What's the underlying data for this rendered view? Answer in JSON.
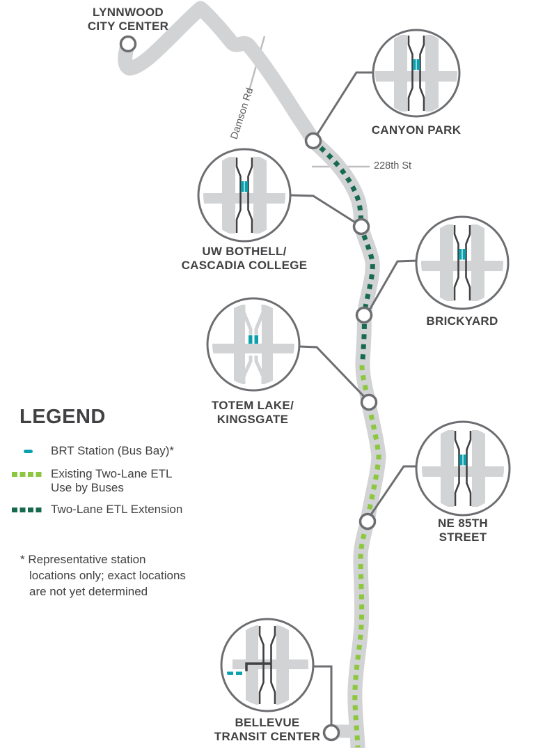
{
  "colors": {
    "route_gray": "#d1d3d4",
    "marker_gray": "#6d6e71",
    "ink": "#414042",
    "teal": "#0aa0ad",
    "green_existing": "#8dc63f",
    "green_extension": "#186a4e",
    "road_thin": "#bcbec0",
    "road_label": "#58595b"
  },
  "stations": {
    "lynnwood": {
      "label": "LYNNWOOD\nCITY CENTER"
    },
    "canyon_park": {
      "label": "CANYON PARK"
    },
    "uw_bothell": {
      "label": "UW BOTHELL/\nCASCADIA COLLEGE"
    },
    "brickyard": {
      "label": "BRICKYARD"
    },
    "totem_lake": {
      "label": "TOTEM LAKE/\nKINGSGATE"
    },
    "ne_85th": {
      "label": "NE 85TH STREET"
    },
    "bellevue": {
      "label": "BELLEVUE\nTRANSIT CENTER"
    }
  },
  "roads": {
    "damson": "Damson Rd",
    "street_228": "228th St"
  },
  "legend": {
    "heading": "LEGEND",
    "items": [
      {
        "id": "brt-station",
        "label": "BRT Station (Bus Bay)*"
      },
      {
        "id": "existing-etl",
        "label": "Existing Two-Lane ETL\nUse by Buses"
      },
      {
        "id": "etl-extension",
        "label": "Two-Lane ETL Extension"
      }
    ],
    "footnote": "* Representative station\nlocations only; exact locations\nare not yet determined"
  }
}
